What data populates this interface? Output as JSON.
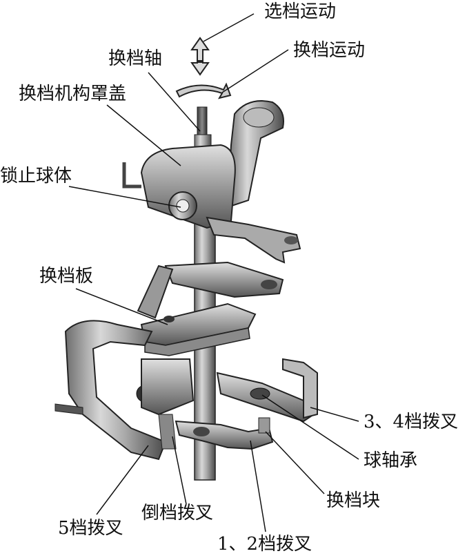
{
  "labels": {
    "select_motion": "选档运动",
    "shift_motion": "换档运动",
    "shift_shaft": "换档轴",
    "mechanism_cover": "换档机构罩盖",
    "lock_ball": "锁止球体",
    "shift_plate": "换档板",
    "fork_34": "3、4档拨叉",
    "ball_bearing": "球轴承",
    "shift_block": "换档块",
    "fork_5": "5档拨叉",
    "fork_reverse": "倒档拨叉",
    "fork_12": "1、2档拨叉"
  }
}
